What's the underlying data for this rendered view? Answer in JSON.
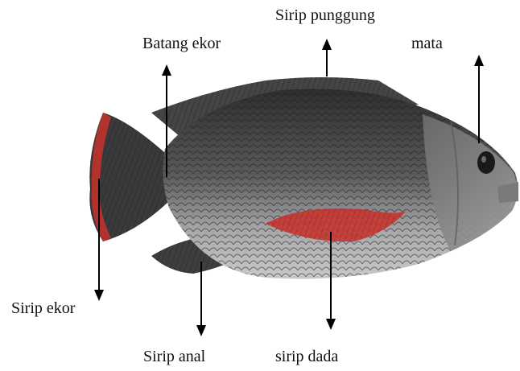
{
  "labels": {
    "sirip_punggung": "Sirip punggung",
    "batang_ekor": "Batang ekor",
    "mata": "mata",
    "sirip_ekor": "Sirip ekor",
    "sirip_anal": "Sirip anal",
    "sirip_dada": "sirip dada"
  },
  "colors": {
    "arrow": "#000000",
    "body_dark": "#3c3c3e",
    "body_light": "#b9b9b9",
    "fin_red": "#c8332c"
  }
}
